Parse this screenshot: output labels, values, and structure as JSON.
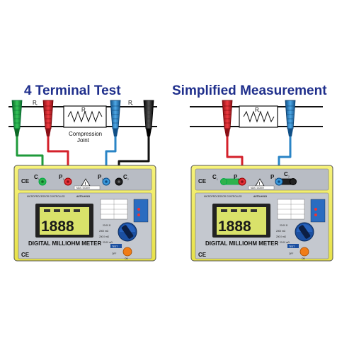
{
  "titles": {
    "left": "4 Terminal  Test",
    "right": "Simplified Measurement"
  },
  "labels": {
    "rx_left_a": "R",
    "rx_left_a_sub": "x",
    "rx_left_center": "R",
    "rx_left_center_sub": "x",
    "rx_left_b": "R",
    "rx_left_b_sub": "x",
    "rx_right": "R",
    "rx_right_sub": "x",
    "joint_line1": "Compression",
    "joint_line2": "Joint"
  },
  "meters": {
    "left": {
      "terminals": [
        "C",
        "P",
        "P",
        "C"
      ],
      "terminal_subs": [
        "1",
        "1",
        "2",
        "2"
      ],
      "ce_mark": "CE",
      "max_label": "MAX. DC50V",
      "micro_label": "MICROPROCESSOR CONTROLLED",
      "auto_hold": "AUTO-HOLD",
      "display_digits": "1888",
      "name": "DIGITAL MILLIOHM METER",
      "ranges": [
        "20.00 Ω",
        "2000 mΩ",
        "200.0 mΩ",
        "20.00 mΩ"
      ],
      "test_button": "TEST",
      "off_label": "OFF",
      "on_label": "ON"
    },
    "right": {
      "terminals": [
        "C",
        "P",
        "P",
        "C"
      ],
      "terminal_subs": [
        "1",
        "1",
        "2",
        "2"
      ],
      "ce_mark": "CE",
      "max_label": "MAX. DC50V",
      "micro_label": "MICROPROCESSOR CONTROLLED",
      "auto_hold": "AUTO-HOLD",
      "display_digits": "1888",
      "name": "DIGITAL MILLIOHM METER",
      "ranges": [
        "20.00 Ω",
        "2000 mΩ",
        "200.0 mΩ",
        "20.00 mΩ"
      ],
      "test_button": "TEST",
      "off_label": "OFF",
      "on_label": "ON"
    }
  },
  "colors": {
    "title": "#1f2f8c",
    "meter_body": "#f2ee5a",
    "meter_panel": "#b8bcc4",
    "lcd": "#d9e26a",
    "green_wire": "#1e9a3a",
    "red_wire": "#d4212b",
    "blue_wire": "#2a84c6",
    "black_wire": "#111111",
    "orange_button": "#f07c16"
  }
}
